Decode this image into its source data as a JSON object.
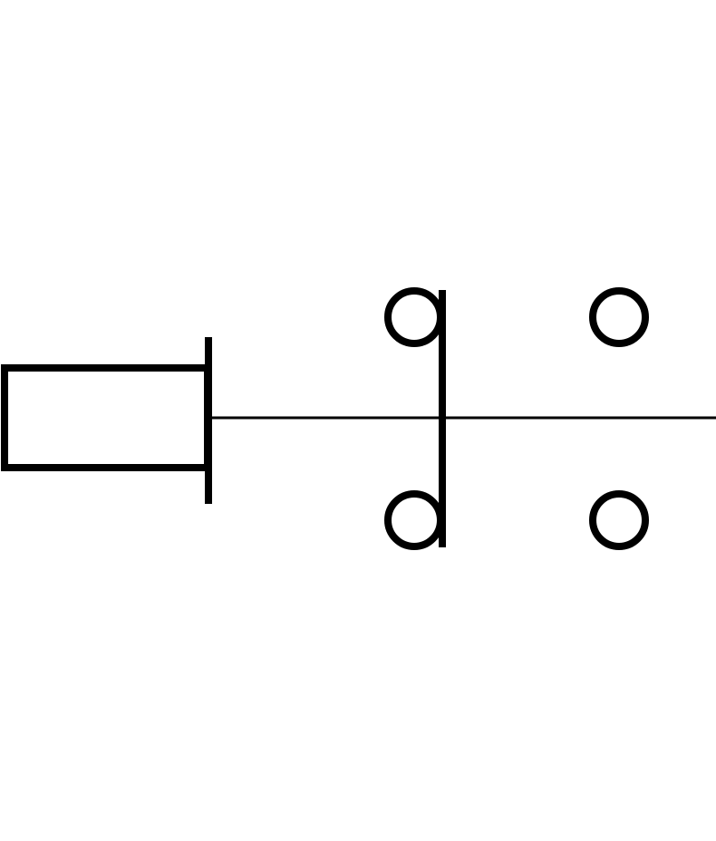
{
  "diagram": {
    "kind": "electrical-schematic-symbol",
    "components": [
      {
        "id": "actuator-box",
        "shape": "rectangle"
      },
      {
        "id": "actuator-end-bar",
        "shape": "vertical-bar"
      },
      {
        "id": "mechanical-linkage",
        "shape": "thin-horizontal-line"
      },
      {
        "id": "moving-contact-blade",
        "shape": "vertical-bar"
      },
      {
        "id": "fixed-contact-top-left",
        "shape": "circle-attached"
      },
      {
        "id": "fixed-contact-bottom-left",
        "shape": "circle-attached"
      },
      {
        "id": "contact-terminal-top-right",
        "shape": "circle"
      },
      {
        "id": "contact-terminal-bottom-right",
        "shape": "circle"
      }
    ],
    "colors": {
      "stroke": "#000000",
      "background": "#ffffff"
    }
  }
}
